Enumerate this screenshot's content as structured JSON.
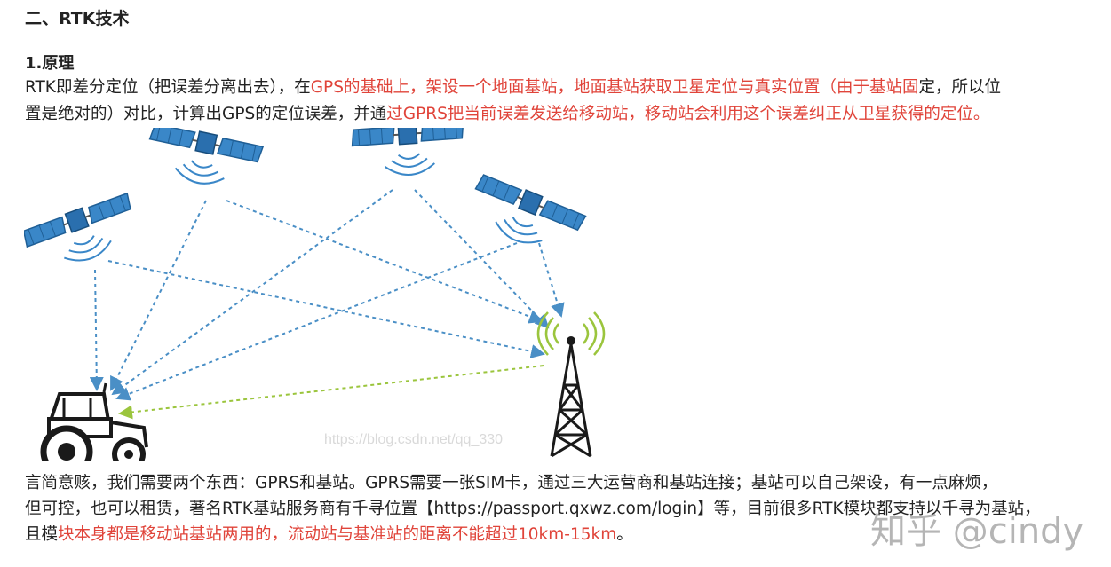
{
  "heading": "二、RTK技术",
  "subheading": "1.原理",
  "para1": {
    "line1": [
      {
        "text": "RTK即差分定位（把误差分离出去），在",
        "red": false
      },
      {
        "text": "GPS的基础上，架设一个地面基站，地面基站获取卫星定位与真实位置（由于基站固",
        "red": true
      },
      {
        "text": "定，所以位",
        "red": false
      }
    ],
    "line2": [
      {
        "text": "置是绝对的）对比，计算出GPS的定位误差，并通",
        "red": false
      },
      {
        "text": "过GPRS把当前误差发送给移动站，移动站会利用这个误差纠正从卫星获得的定位。",
        "red": true
      }
    ]
  },
  "figure": {
    "watermark": "https://blog.csdn.net/qq_330",
    "icons": [
      "satellite-icon",
      "satellite-icon",
      "satellite-icon",
      "satellite-icon",
      "base-station-tower-icon",
      "tractor-icon"
    ],
    "colors": {
      "satellite_blue": "#2e74b5",
      "signal_arrow": "#4a8fc6",
      "correction_arrow": "#9bc53d",
      "tower": "#1a1a1a"
    }
  },
  "para2": {
    "line1": [
      {
        "text": "言简意赅，我们需要两个东西：GPRS和基站。GPRS需要一张SIM卡，通过三大运营商和基站连接；基站可以自己架设，有一点麻烦，",
        "red": false
      }
    ],
    "line2": [
      {
        "text": "但可控，也可以租赁，著名RTK基站服务商有千寻位置【https://passport.qxwz.com/login】等，目前很多RTK模块都支持以千寻为基站，",
        "red": false
      }
    ],
    "line3": [
      {
        "text": "且模",
        "red": false
      },
      {
        "text": "块本身都是移动站基站两用的，流动站与基准站的距离不能超过10km-15km",
        "red": true
      },
      {
        "text": "。",
        "red": false
      }
    ]
  },
  "watermark": "知乎 @cindy"
}
